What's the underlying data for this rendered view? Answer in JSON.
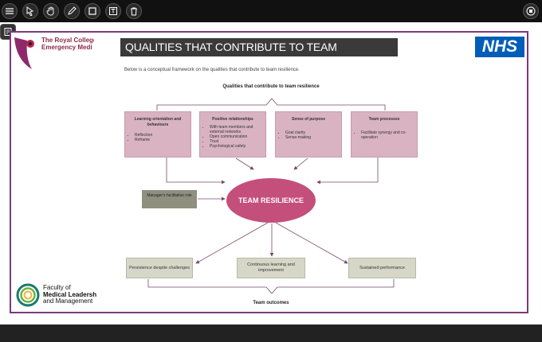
{
  "toolbar": {
    "tools": [
      "menu-icon",
      "select-arrow-icon",
      "hand-icon",
      "pen-icon",
      "rectangle-icon",
      "text-icon",
      "trash-icon"
    ],
    "stop": "stop-icon"
  },
  "slide": {
    "rcem": {
      "line1": "The Royal College",
      "line2": "Emergency Medi"
    },
    "title": "QUALITIES THAT CONTRIBUTE TO TEAM RESILIENCE",
    "nhs": "NHS",
    "intro": "Below is a conceptual framework on the qualities that contribute to team resilience.",
    "framework_title": "Qualities that contribute to team resilience",
    "qualities": [
      {
        "title": "Learning orientation and behaviours",
        "items": [
          "Reflection",
          "Reframe"
        ]
      },
      {
        "title": "Positive relationships",
        "items": [
          "With team members and external networks",
          "Open communication",
          "Trust",
          "Psychological safety"
        ]
      },
      {
        "title": "Sense of purpose",
        "items": [
          "Goal clarity",
          "Sense-making"
        ]
      },
      {
        "title": "Team processes",
        "items": [
          "Facilitate synergy and co-operation"
        ]
      }
    ],
    "center": "TEAM RESILIENCE",
    "manager": "Manager's facilitative role",
    "outcomes": [
      "Persistence despite challenges",
      "Continuous learning and improvement",
      "Sustained performance"
    ],
    "outcomes_label": "Team outcomes",
    "fmlm": {
      "line1": "Faculty of",
      "line2": "Medical Leadersh",
      "line3": "and Management"
    }
  },
  "colors": {
    "quality_box": "#d9b3c2",
    "ellipse": "#c44f7a",
    "outcome_box": "#d7d7c8",
    "frame": "#7a3a7a",
    "nhs_blue": "#005eb8"
  }
}
